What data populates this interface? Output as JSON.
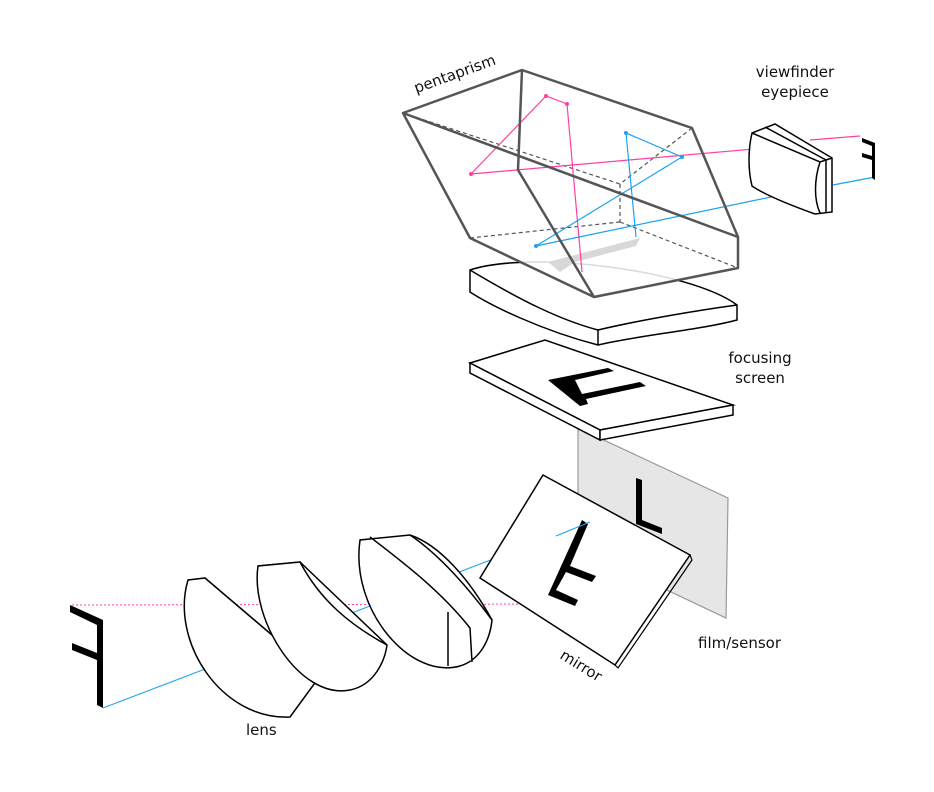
{
  "labels": {
    "pentaprism": "pentaprism",
    "viewfinder_line1": "viewfinder",
    "viewfinder_line2": "eyepiece",
    "focusing_line1": "focusing",
    "focusing_line2": "screen",
    "film_sensor": "film/sensor",
    "mirror": "mirror",
    "lens": "lens"
  },
  "colors": {
    "pink": "#ff3fa0",
    "blue": "#1aa3f0",
    "prism": "#555555",
    "film": "#e6e6e6"
  }
}
